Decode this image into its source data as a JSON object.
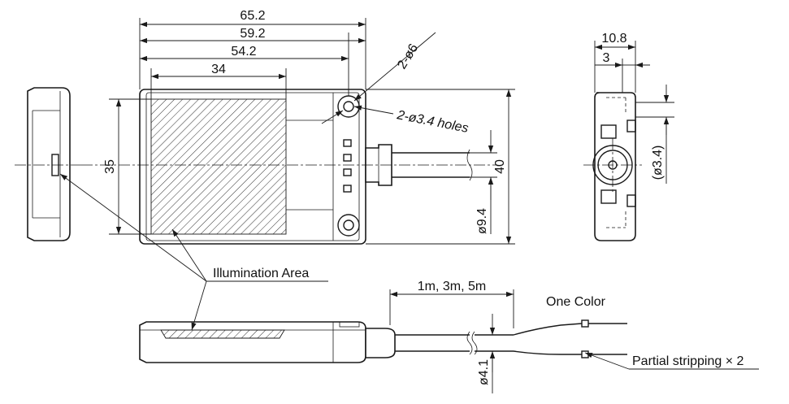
{
  "dimensions": {
    "total_length": "65.2",
    "hole_pitch": "59.2",
    "length_54": "54.2",
    "illumination_width": "34",
    "height_35": "35",
    "height_40": "40",
    "cable_dia": "ø9.4",
    "depth": "10.8",
    "depth_3": "3",
    "hole_dia_side": "(ø3.4)",
    "small_holes": "2-ø6",
    "cable_outer": "ø4.1"
  },
  "notes": {
    "holes": "2-ø3.4 holes",
    "illumination_area": "Illumination  Area",
    "cable_lengths": "1m, 3m, 5m",
    "one_color": "One Color",
    "partial_stripping": "Partial stripping × 2"
  }
}
